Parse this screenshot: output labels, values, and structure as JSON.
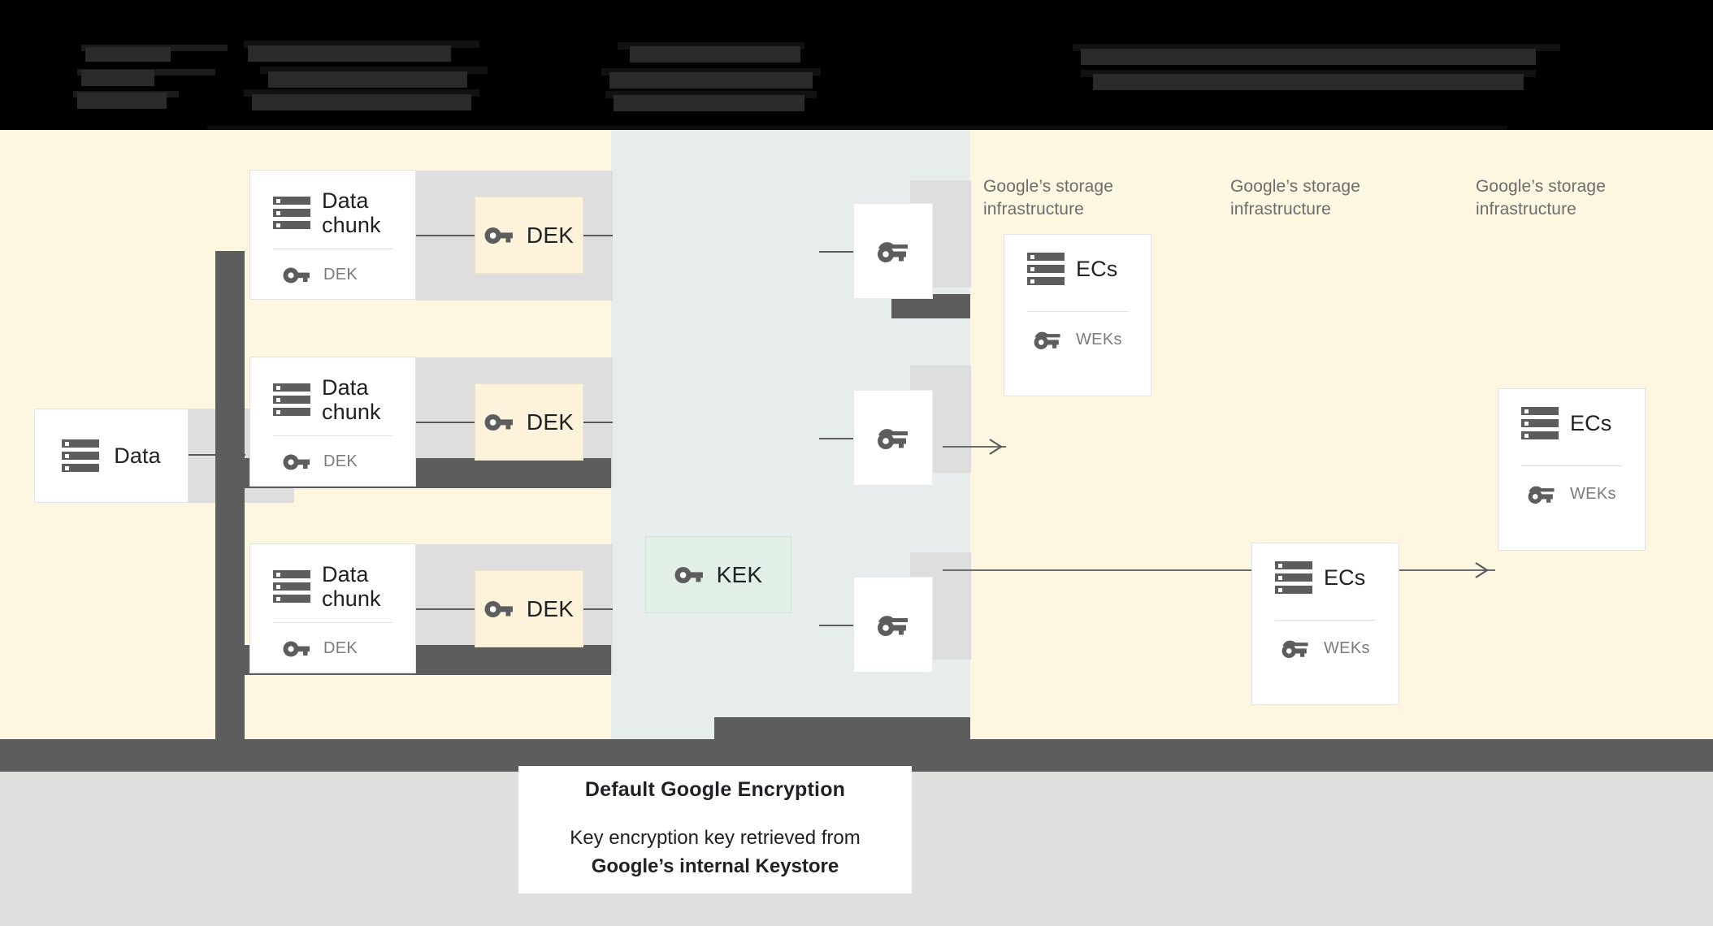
{
  "banner": {
    "obscured": true,
    "note": "redacted dark text banner"
  },
  "diagram": {
    "data_box": {
      "label": "Data",
      "icon": "server-stack-icon"
    },
    "chunks": [
      {
        "title": "Data chunk",
        "key_label": "DEK",
        "icon": "server-stack-icon",
        "key_icon": "key-icon"
      },
      {
        "title": "Data chunk",
        "key_label": "DEK",
        "icon": "server-stack-icon",
        "key_icon": "key-icon"
      },
      {
        "title": "Data chunk",
        "key_label": "DEK",
        "icon": "server-stack-icon",
        "key_icon": "key-icon"
      }
    ],
    "dek_boxes": [
      {
        "label": "DEK",
        "icon": "key-icon"
      },
      {
        "label": "DEK",
        "icon": "key-icon"
      },
      {
        "label": "DEK",
        "icon": "key-icon"
      }
    ],
    "kek_box": {
      "label": "KEK",
      "icon": "key-icon"
    },
    "wrapped_keys": [
      {
        "icon": "wrapped-key-icon"
      },
      {
        "icon": "wrapped-key-icon"
      },
      {
        "icon": "wrapped-key-icon"
      }
    ],
    "infra_labels": [
      "Google’s storage infrastructure",
      "Google’s storage infrastructure",
      "Google’s storage infrastructure"
    ],
    "ec_cards": [
      {
        "title": "ECs",
        "key_label": "WEKs",
        "icon": "server-stack-icon",
        "key_icon": "wrapped-key-icon"
      },
      {
        "title": "ECs",
        "key_label": "WEKs",
        "icon": "server-stack-icon",
        "key_icon": "wrapped-key-icon"
      },
      {
        "title": "ECs",
        "key_label": "WEKs",
        "icon": "server-stack-icon",
        "key_icon": "wrapped-key-icon"
      }
    ]
  },
  "caption": {
    "heading": "Default Google Encryption",
    "body_line1": "Key encryption key retrieved from",
    "body_line2": "Google’s internal Keystore"
  },
  "colors": {
    "cream": "#fdf6e0",
    "mid_band": "#e7ecec",
    "grey_bar": "#5e5d5d",
    "plate": "#dedede",
    "dek_fill": "#fdf3da",
    "kek_fill": "#e1efe7",
    "bottom_area": "#dededd",
    "text": "#202124",
    "muted_text": "#7b7b7b"
  }
}
